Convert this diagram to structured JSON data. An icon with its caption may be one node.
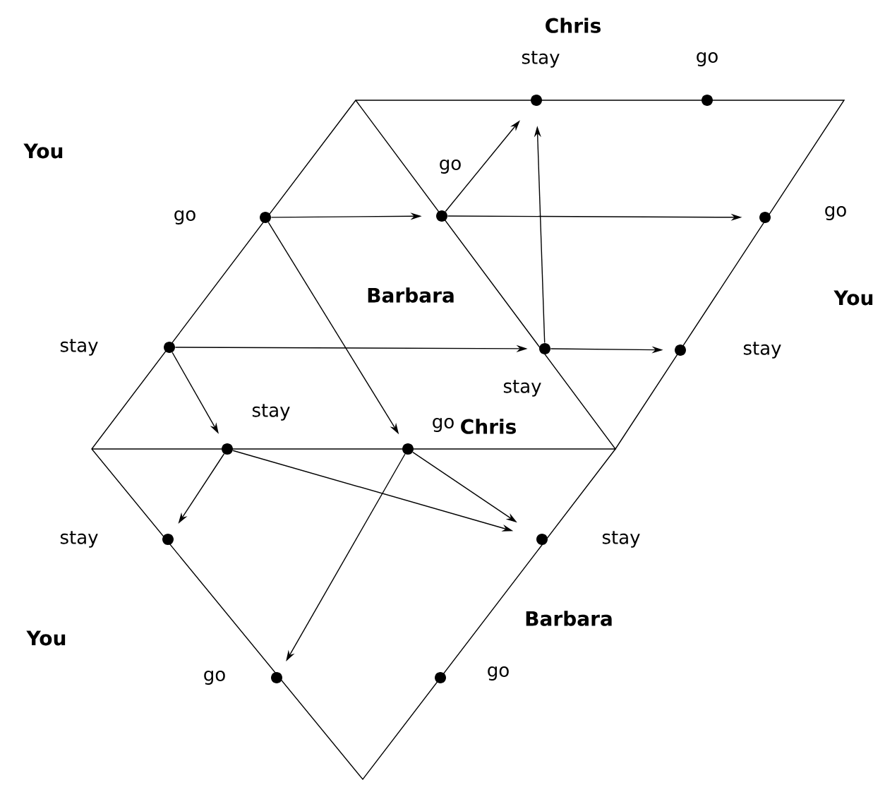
{
  "diagram": {
    "nodes": [
      {
        "text": [],
        "shape": "circle",
        "beside": [
          "stay"
        ]
      },
      {
        "text": [],
        "shape": "circle",
        "beside": [
          "go"
        ]
      },
      {
        "text": [],
        "shape": "circle",
        "beside": [
          "go"
        ]
      },
      {
        "text": [],
        "shape": "circle",
        "beside": [
          "stay"
        ]
      },
      {
        "text": [],
        "shape": "circle",
        "beside": [
          "go"
        ]
      },
      {
        "text": [],
        "shape": "circle",
        "beside": [
          "stay"
        ]
      },
      {
        "text": [],
        "shape": "circle",
        "beside": [
          "go"
        ]
      },
      {
        "text": [],
        "shape": "circle",
        "beside": [
          "stay"
        ]
      },
      {
        "text": [],
        "shape": "circle",
        "beside": [
          "stay"
        ]
      },
      {
        "text": [],
        "shape": "circle",
        "beside": [
          "go"
        ]
      },
      {
        "text": [],
        "shape": "circle",
        "beside": [
          "stay"
        ]
      },
      {
        "text": [],
        "shape": "circle",
        "beside": [
          "go"
        ]
      },
      {
        "text": [],
        "shape": "circle",
        "beside": [
          "stay"
        ]
      },
      {
        "text": [],
        "shape": "circle",
        "beside": [
          "go"
        ]
      }
    ],
    "edges": [
      {
        "from": 2,
        "to": 4,
        "arrow": "to"
      },
      {
        "from": 2,
        "to": 9,
        "arrow": "to"
      },
      {
        "from": 3,
        "to": 5,
        "arrow": "to"
      },
      {
        "from": 3,
        "to": 8,
        "arrow": "to"
      },
      {
        "from": 4,
        "to": 0,
        "arrow": "to"
      },
      {
        "from": 4,
        "to": 6,
        "arrow": "to"
      },
      {
        "from": 5,
        "to": 0,
        "arrow": "to"
      },
      {
        "from": 5,
        "to": 7,
        "arrow": "to"
      },
      {
        "from": 8,
        "to": 10,
        "arrow": "to"
      },
      {
        "from": 8,
        "to": 12,
        "arrow": "to"
      },
      {
        "from": 9,
        "to": 12,
        "arrow": "to"
      },
      {
        "from": 9,
        "to": 11,
        "arrow": "to"
      }
    ],
    "labels": [
      "Chris",
      "You",
      "Barbara",
      "You",
      "Chris",
      "Barbara",
      "You"
    ]
  }
}
